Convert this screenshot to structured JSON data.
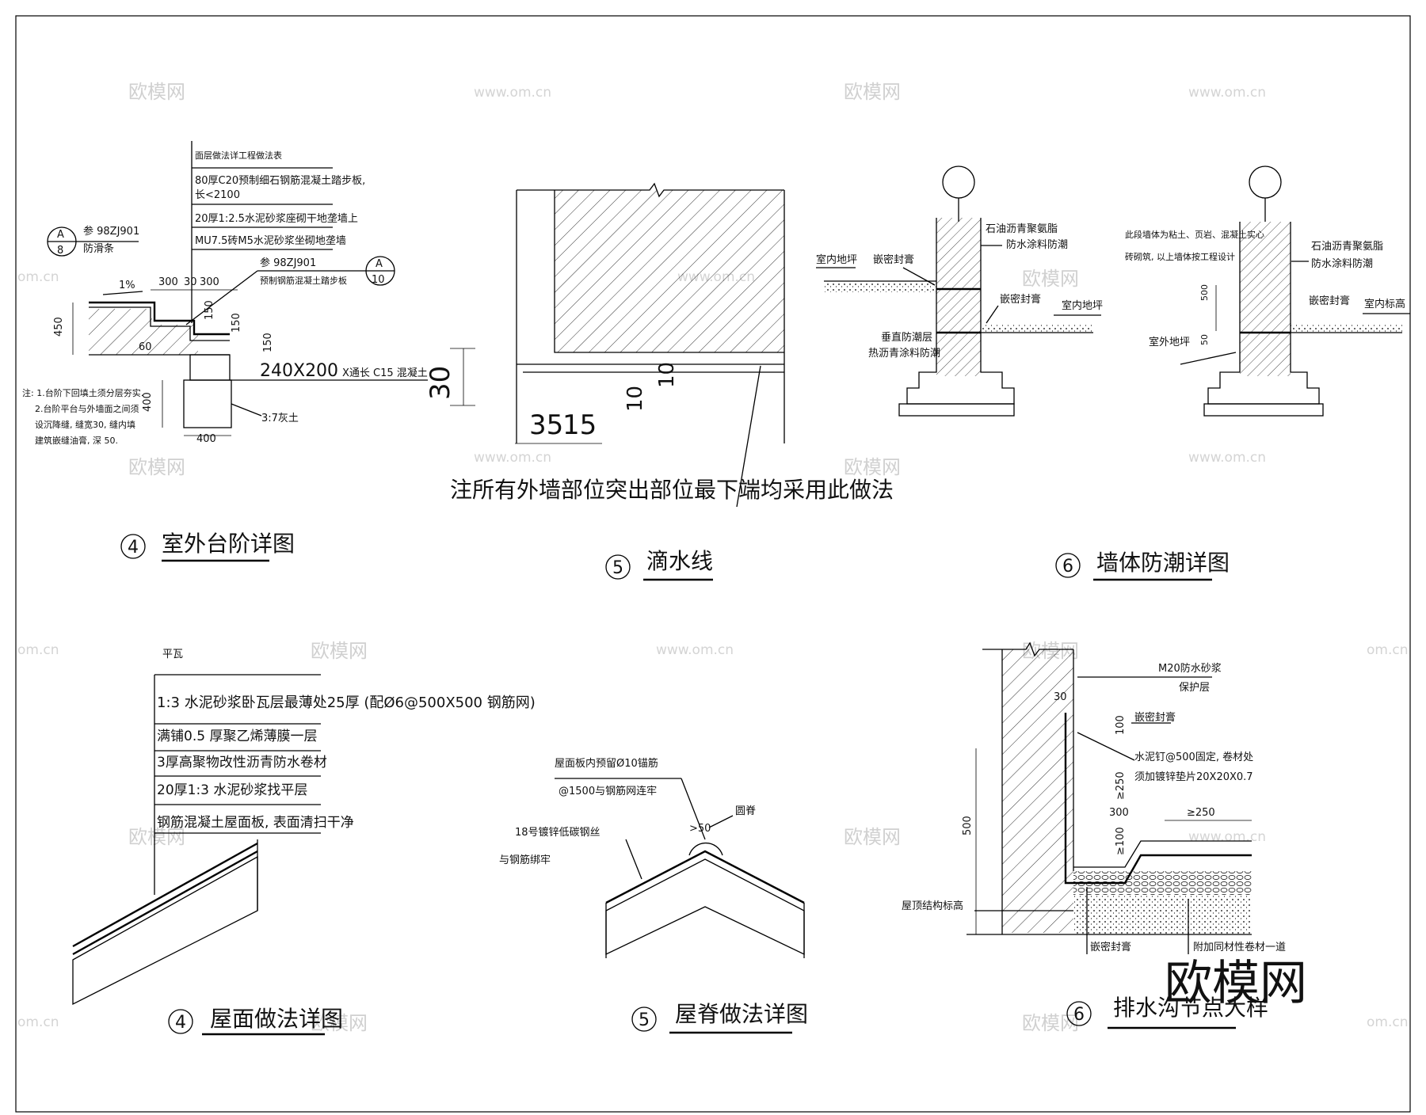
{
  "watermark": {
    "brand": "欧模网",
    "site": "www.om.cn",
    "site_partial": "om.cn"
  },
  "details": {
    "steps": {
      "number": "4",
      "title": "室外台阶详图",
      "table_title": "面层做法详工程做法表",
      "layers": [
        "80厚C20预制细石钢筋混凝土踏步板,",
        "长<2100",
        "20厚1:2.5水泥砂浆座砌干地垄墙上",
        "MU7.5砖M5水泥砂浆坐砌地垄墙"
      ],
      "ref1_top": "A",
      "ref1_bottom": "8",
      "ref1_label": "参 98ZJ901",
      "ref1_sub": "防滑条",
      "ref2_label": "参 98ZJ901",
      "ref2_sub": "预制钢筋混凝土踏步板",
      "ref2_top": "A",
      "ref2_bottom": "10",
      "slope": "1%",
      "dims": [
        "300",
        "30",
        "300",
        "450",
        "150",
        "150",
        "150",
        "60",
        "400",
        "400"
      ],
      "beam": "240X200",
      "beam_note": "X通长 C15 混凝土",
      "soil": "3:7灰土",
      "notes": [
        "注: 1.台阶下回填土须分层夯实.",
        "2.台阶平台与外墙面之间须",
        "设沉降缝, 缝宽30, 缝内填",
        "建筑嵌缝油膏, 深 50."
      ]
    },
    "drip": {
      "number": "5",
      "title": "滴水线",
      "dims": [
        "30",
        "10",
        "10",
        "35",
        "15"
      ],
      "note": "注所有外墙部位突出部位最下端均采用此做法"
    },
    "wall_damp": {
      "number": "6",
      "title": "墙体防潮详图",
      "left": {
        "indoor": "室内地坪",
        "seal_top": "嵌密封膏",
        "coating": "石油沥青聚氨脂",
        "coating2": "防水涂料防潮",
        "seal_right": "嵌密封膏",
        "indoor_right": "室内地坪",
        "vertical": "垂直防潮层",
        "vertical2": "热沥青涂料防潮"
      },
      "right": {
        "note1": "此段墙体为粘土、页岩、混凝土实心",
        "note2": "砖砌筑, 以上墙体按工程设计",
        "coating": "石油沥青聚氨脂",
        "coating2": "防水涂料防潮",
        "seal": "嵌密封膏",
        "indoor": "室内标高",
        "outdoor": "室外地坪",
        "dim1": "500",
        "dim2": "50"
      }
    },
    "roof": {
      "number": "4",
      "title": "屋面做法详图",
      "top_label": "平瓦",
      "layers": [
        "1:3 水泥砂浆卧瓦层最薄处25厚 (配Ø6@500X500 钢筋网)",
        "满铺0.5 厚聚乙烯薄膜一层",
        "3厚高聚物改性沥青防水卷材",
        "20厚1:3 水泥砂浆找平层",
        "钢筋混凝土屋面板, 表面清扫干净"
      ]
    },
    "ridge": {
      "number": "5",
      "title": "屋脊做法详图",
      "anchor": "屋面板内预留Ø10锚筋",
      "anchor2": "@1500与钢筋网连牢",
      "ridge_tile": "圆脊",
      "wire": "18号镀锌低碳钢丝",
      "wire2": "与钢筋绑牢",
      "dim": ">50"
    },
    "drain": {
      "number": "6",
      "title": "排水沟节点大样",
      "mortar": "M20防水砂浆",
      "mortar2": "保护层",
      "seal_top": "嵌密封膏",
      "nail": "水泥钉@500固定, 卷材处",
      "nail2": "须加镀锌垫片20X20X0.7",
      "dims": [
        "30",
        "100",
        "≥250",
        "300",
        "≥250",
        "≥100",
        "500"
      ],
      "roof_level": "屋顶结构标高",
      "seal_bottom": "嵌密封膏",
      "extra": "附加同材性卷材一道"
    }
  }
}
